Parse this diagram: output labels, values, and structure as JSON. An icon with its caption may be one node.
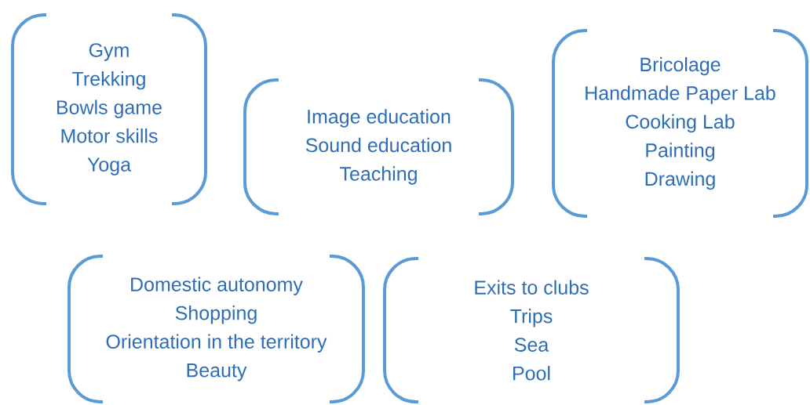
{
  "diagram": {
    "nodes": [
      {
        "text": [
          "Gym",
          "Trekking",
          "Bowls game",
          "Motor skills",
          "Yoga"
        ]
      },
      {
        "text": [
          "Image education",
          "Sound education",
          "Teaching"
        ]
      },
      {
        "text": [
          "Bricolage",
          "Handmade Paper Lab",
          "Cooking Lab",
          "Painting",
          "Drawing"
        ]
      },
      {
        "text": [
          "Domestic autonomy",
          "Shopping",
          "Orientation in the territory",
          "Beauty"
        ]
      },
      {
        "text": [
          "Exits to clubs",
          "Trips",
          "Sea",
          "Pool"
        ]
      }
    ]
  }
}
